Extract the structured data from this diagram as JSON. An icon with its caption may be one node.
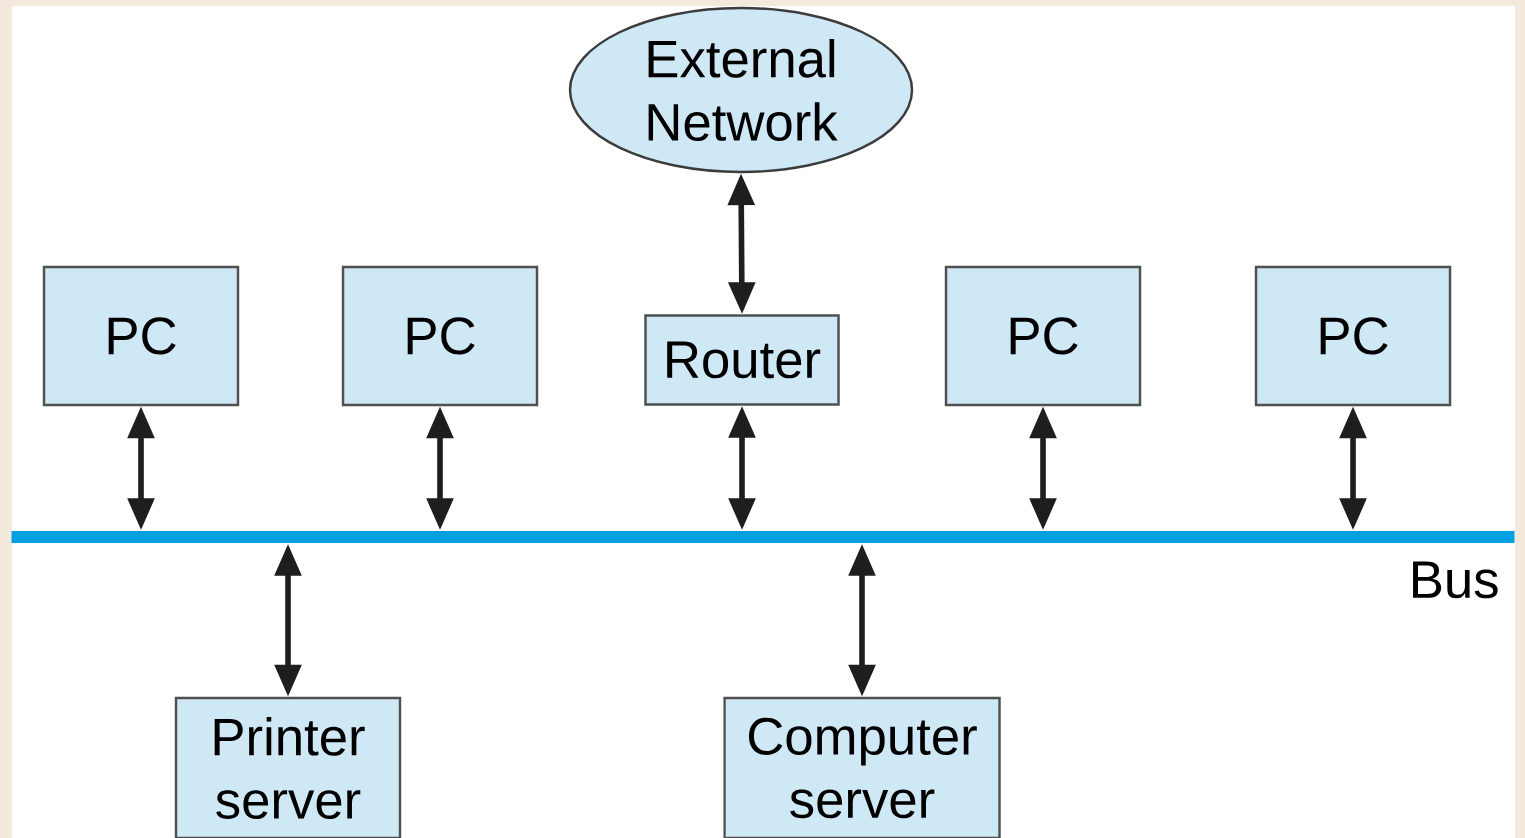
{
  "diagram": {
    "nodes": [
      {
        "text": [
          "External Network"
        ]
      },
      {
        "text": [
          "PC"
        ]
      },
      {
        "text": [
          "PC"
        ]
      },
      {
        "text": [
          "Router"
        ]
      },
      {
        "text": [
          "PC"
        ]
      },
      {
        "text": [
          "PC"
        ]
      },
      {
        "text": [],
        "shape": "bar",
        "beside": [
          "Bus"
        ]
      },
      {
        "text": [
          "Printer server"
        ]
      },
      {
        "text": [
          "Computer server"
        ]
      }
    ],
    "edges": [
      {
        "from": 3,
        "to": 0,
        "arrow": "both"
      },
      {
        "from": 1,
        "to": 6,
        "arrow": "both"
      },
      {
        "from": 2,
        "to": 6,
        "arrow": "both"
      },
      {
        "from": 3,
        "to": 6,
        "arrow": "both"
      },
      {
        "from": 4,
        "to": 6,
        "arrow": "both"
      },
      {
        "from": 5,
        "to": 6,
        "arrow": "both"
      },
      {
        "from": 7,
        "to": 6,
        "arrow": "both"
      },
      {
        "from": 8,
        "to": 6,
        "arrow": "both"
      }
    ]
  }
}
